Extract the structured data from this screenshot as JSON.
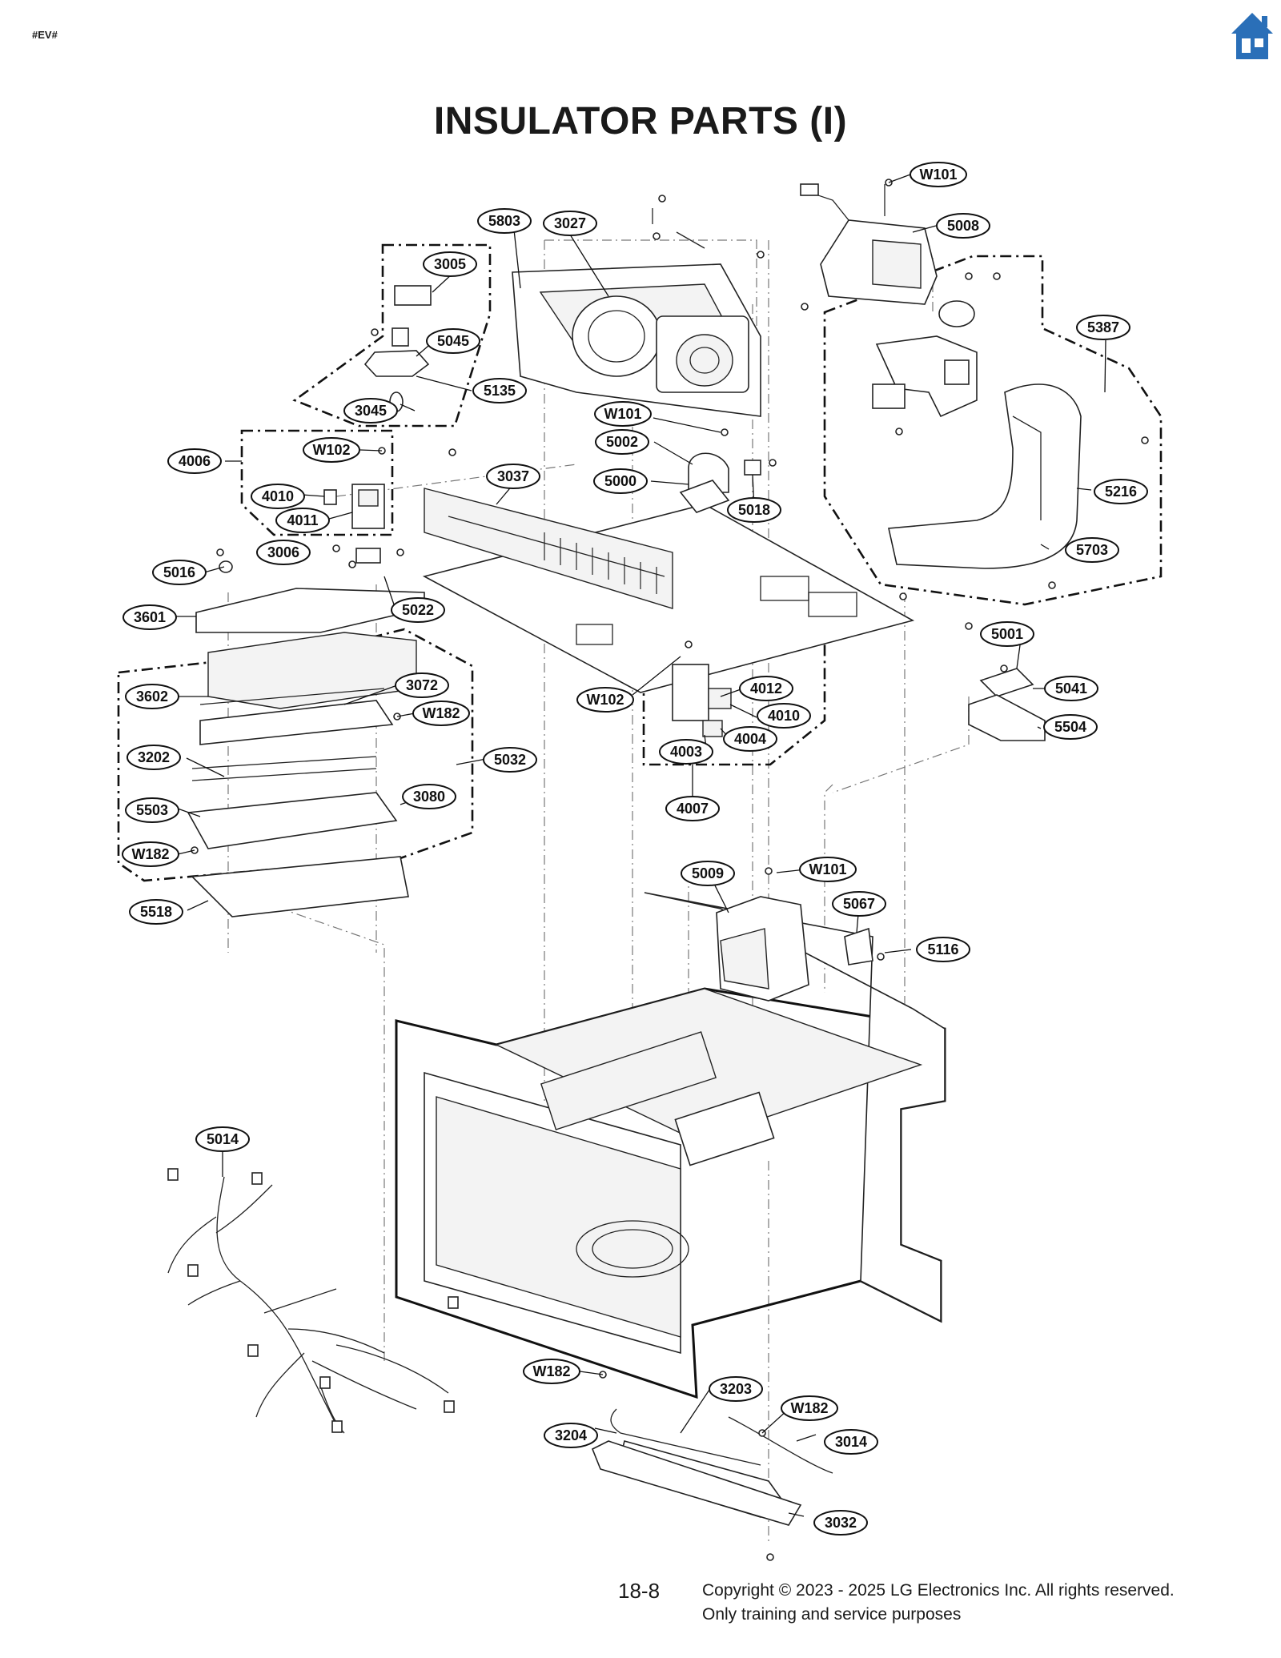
{
  "header": {
    "tag": "#EV#",
    "home_icon": "home-icon",
    "title": "INSULATOR PARTS (I)"
  },
  "callouts": [
    {
      "id": "c-W101-top",
      "label": "W101"
    },
    {
      "id": "c-5803",
      "label": "5803"
    },
    {
      "id": "c-3027",
      "label": "3027"
    },
    {
      "id": "c-5008",
      "label": "5008"
    },
    {
      "id": "c-3005",
      "label": "3005"
    },
    {
      "id": "c-5387",
      "label": "5387"
    },
    {
      "id": "c-5045",
      "label": "5045"
    },
    {
      "id": "c-5135",
      "label": "5135"
    },
    {
      "id": "c-3045",
      "label": "3045"
    },
    {
      "id": "c-W101-mid",
      "label": "W101"
    },
    {
      "id": "c-5002",
      "label": "5002"
    },
    {
      "id": "c-W102-a",
      "label": "W102"
    },
    {
      "id": "c-4006",
      "label": "4006"
    },
    {
      "id": "c-3037",
      "label": "3037"
    },
    {
      "id": "c-5000",
      "label": "5000"
    },
    {
      "id": "c-5216",
      "label": "5216"
    },
    {
      "id": "c-4010-a",
      "label": "4010"
    },
    {
      "id": "c-5018",
      "label": "5018"
    },
    {
      "id": "c-4011",
      "label": "4011"
    },
    {
      "id": "c-5703",
      "label": "5703"
    },
    {
      "id": "c-3006",
      "label": "3006"
    },
    {
      "id": "c-5016",
      "label": "5016"
    },
    {
      "id": "c-5022",
      "label": "5022"
    },
    {
      "id": "c-3601",
      "label": "3601"
    },
    {
      "id": "c-5001",
      "label": "5001"
    },
    {
      "id": "c-4012",
      "label": "4012"
    },
    {
      "id": "c-3072",
      "label": "3072"
    },
    {
      "id": "c-5041",
      "label": "5041"
    },
    {
      "id": "c-3602",
      "label": "3602"
    },
    {
      "id": "c-W102-b",
      "label": "W102"
    },
    {
      "id": "c-W182-a",
      "label": "W182"
    },
    {
      "id": "c-4010-b",
      "label": "4010"
    },
    {
      "id": "c-5504",
      "label": "5504"
    },
    {
      "id": "c-4004",
      "label": "4004"
    },
    {
      "id": "c-3202",
      "label": "3202"
    },
    {
      "id": "c-5032",
      "label": "5032"
    },
    {
      "id": "c-4003",
      "label": "4003"
    },
    {
      "id": "c-3080",
      "label": "3080"
    },
    {
      "id": "c-5503",
      "label": "5503"
    },
    {
      "id": "c-4007",
      "label": "4007"
    },
    {
      "id": "c-W182-b",
      "label": "W182"
    },
    {
      "id": "c-5009",
      "label": "5009"
    },
    {
      "id": "c-W101-low",
      "label": "W101"
    },
    {
      "id": "c-5518",
      "label": "5518"
    },
    {
      "id": "c-5067",
      "label": "5067"
    },
    {
      "id": "c-5116",
      "label": "5116"
    },
    {
      "id": "c-5014",
      "label": "5014"
    },
    {
      "id": "c-W182-c",
      "label": "W182"
    },
    {
      "id": "c-3203",
      "label": "3203"
    },
    {
      "id": "c-W182-d",
      "label": "W182"
    },
    {
      "id": "c-3204",
      "label": "3204"
    },
    {
      "id": "c-3014",
      "label": "3014"
    },
    {
      "id": "c-3032",
      "label": "3032"
    }
  ],
  "footer": {
    "page_number": "18-8",
    "copyright": "Copyright © 2023 - 2025 LG Electronics Inc. All rights reserved.",
    "notice": "Only training and service purposes"
  }
}
